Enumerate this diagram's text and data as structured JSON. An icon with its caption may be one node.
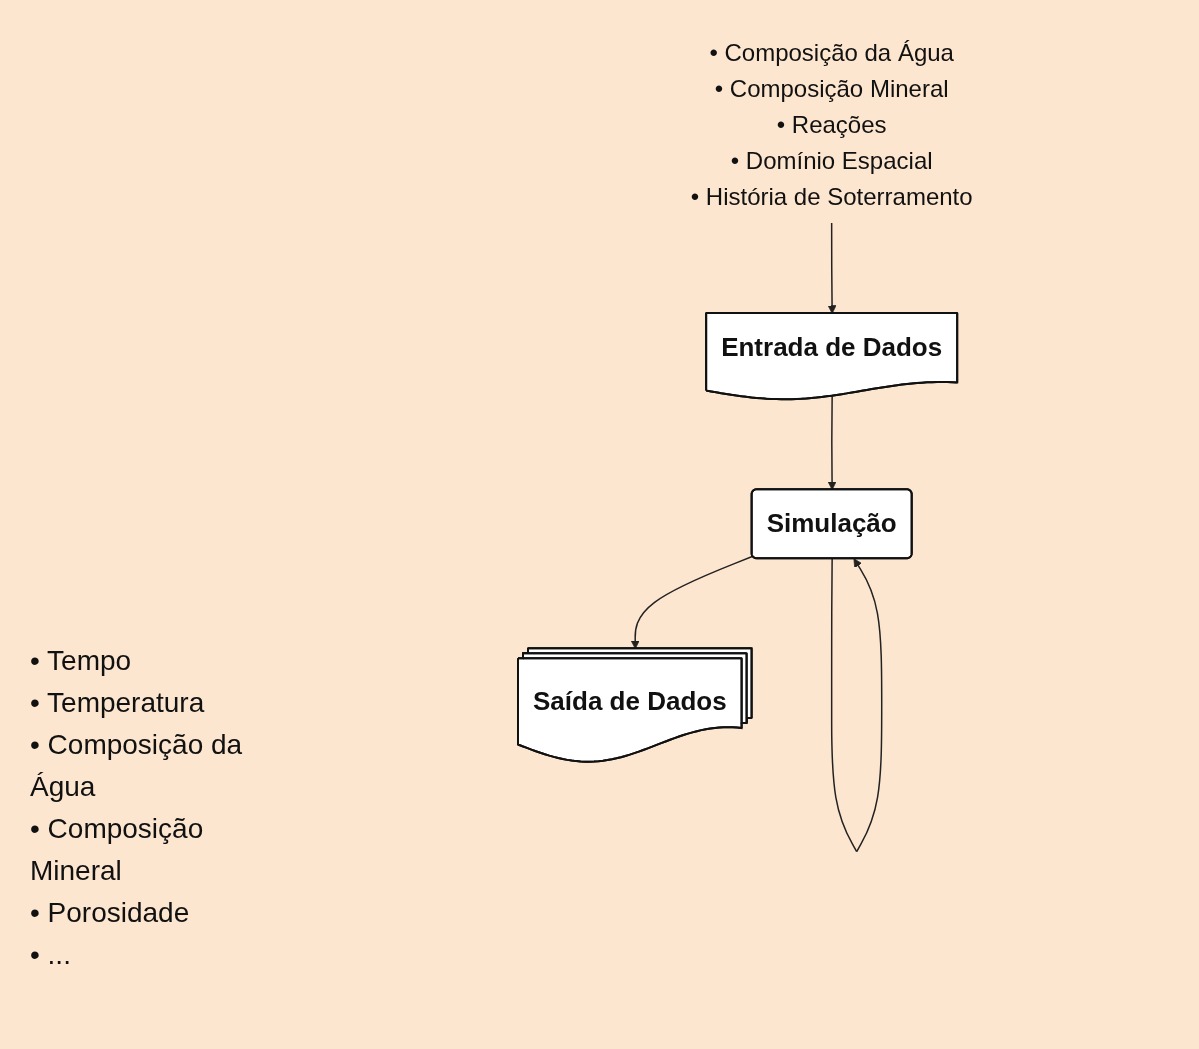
{
  "diagram": {
    "nodes": [
      {
        "text": [
          "Entrada de Dados"
        ]
      },
      {
        "text": [
          "• Composição da Água",
          "• Composição Mineral",
          "• Reações",
          "• Domínio Espacial",
          "• História de Soterramento"
        ]
      },
      {
        "text": [
          "Simulação"
        ]
      },
      {
        "text": [
          "Saída de Dados"
        ]
      }
    ],
    "edges": [
      {
        "from": 1,
        "to": 0,
        "arrow": "to"
      },
      {
        "from": 0,
        "to": 2,
        "arrow": "to"
      },
      {
        "from": 2,
        "to": 2,
        "arrow": "to"
      },
      {
        "from": 2,
        "to": 3,
        "arrow": "to"
      }
    ],
    "labels": [
      "• Tempo",
      "• Temperatura",
      "• Composição da Água",
      "• Composição Mineral",
      "• Porosidade",
      "• ..."
    ]
  }
}
